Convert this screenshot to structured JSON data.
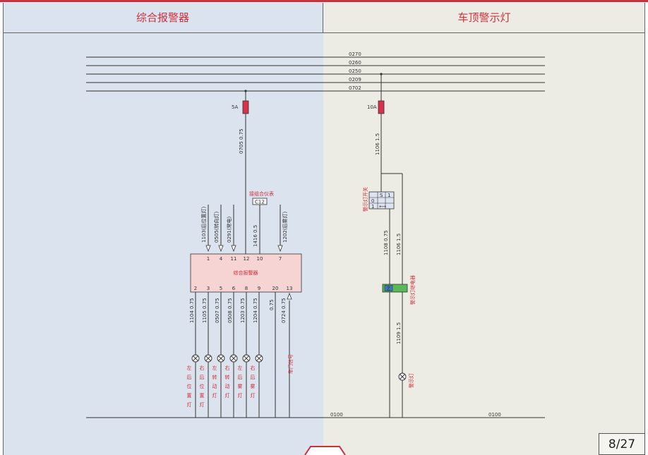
{
  "headers": {
    "left": "综合报警器",
    "right": "车顶警示灯"
  },
  "page_number": "8/27",
  "colors": {
    "accent": "#d0303a",
    "left_panel": "#dbe3ee",
    "right_panel": "#ecece4",
    "fuse": "#d8304a",
    "relay": "#5ab85a"
  },
  "bus": [
    "0270",
    "0260",
    "0250",
    "0209",
    "0702"
  ],
  "ground": "0100",
  "fuses": {
    "left": "5A",
    "right": "10A"
  },
  "wires": {
    "w0705": "0705 0.75",
    "w1106a": "1106 1.5",
    "w1416": "1416 0.5",
    "w1103": "1103(后位置灯)",
    "w0505": "0505(转向灯)",
    "w0291": "0291(常电)",
    "w1202": "1202(后雾灯)",
    "w1104": "1104 0.75",
    "w1105": "1105 0.75",
    "w0507": "0507 0.75",
    "w0508": "0508 0.75",
    "w1203": "1203 0.75",
    "w1204": "1204 0.75",
    "w075": "0.75",
    "w0724": "0724 0.75",
    "w1108": "1108 0.75",
    "w1106b": "1106 1.5",
    "w1109": "1109 1.5"
  },
  "connector": {
    "label": "接组合仪表",
    "code": "C12"
  },
  "module": {
    "name": "综合报警器",
    "top_pins": [
      "1",
      "4",
      "11",
      "12",
      "10",
      "7"
    ],
    "bottom_pins": [
      "2",
      "3",
      "5",
      "6",
      "8",
      "9",
      "20",
      "13"
    ]
  },
  "lamps": [
    "左后位置灯",
    "右后位置灯",
    "左转动灯",
    "右转动灯",
    "左后雾灯",
    "右后雾灯"
  ],
  "door_signal": "车门信号",
  "switch": {
    "label": "警示灯开关",
    "cells": [
      "S",
      "1",
      "0",
      "",
      "1",
      "⟷"
    ]
  },
  "relay": {
    "label": "警示灯继电器",
    "code": "Z"
  },
  "warning_lamp": "警示灯"
}
